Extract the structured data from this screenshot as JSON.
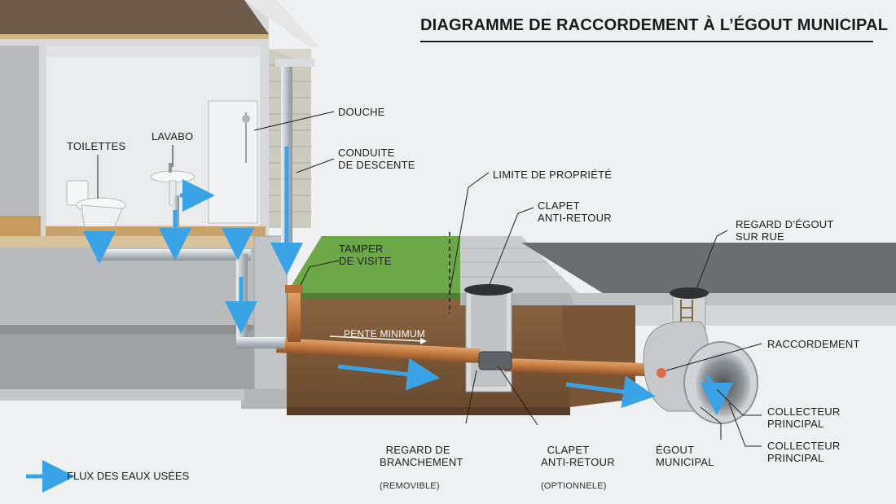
{
  "title": "DIAGRAMME DE RACCORDEMENT À L’ÉGOUT MUNICIPAL",
  "labels": {
    "toilettes": "TOILETTES",
    "lavabo": "LAVABO",
    "douche": "DOUCHE",
    "conduite": "CONDUITE\nDE DESCENTE",
    "limite": "LIMITE DE PROPRIÉTÉ",
    "clapet_top": "CLAPET\nANTI-RETOUR",
    "regard_rue": "REGARD D’ÉGOUT\nSUR RUE",
    "tamper": "TAMPER\nDE VISITE",
    "pente": "PENTE MINIMUM",
    "raccordement": "RACCORDEMENT",
    "collecteur_1": "COLLECTEUR\nPRINCIPAL",
    "collecteur_2": "COLLECTEUR\nPRINCIPAL",
    "egout": "ÉGOUT\nMUNICIPAL",
    "regard_branchement": "REGARD DE\nBRANCHEMENT",
    "regard_branchement_note": "(REMOVIBLE)",
    "clapet_bottom": "CLAPET\nANTI-RETOUR",
    "clapet_bottom_note": "(OPTIONNELE)"
  },
  "legend": {
    "flow_label": "FLUX DES EAUX USÉES"
  },
  "colors": {
    "flow_arrow": "#3aa3e6",
    "pipe_pvc": "#b9c0c5",
    "pipe_lateral": "#c8824a",
    "soil": "#7a5535",
    "grass": "#6da848",
    "asphalt": "#6b6d6f",
    "concrete": "#c9cccf",
    "siding": "#d9d6c9",
    "floor_wood": "#c9a36a"
  }
}
